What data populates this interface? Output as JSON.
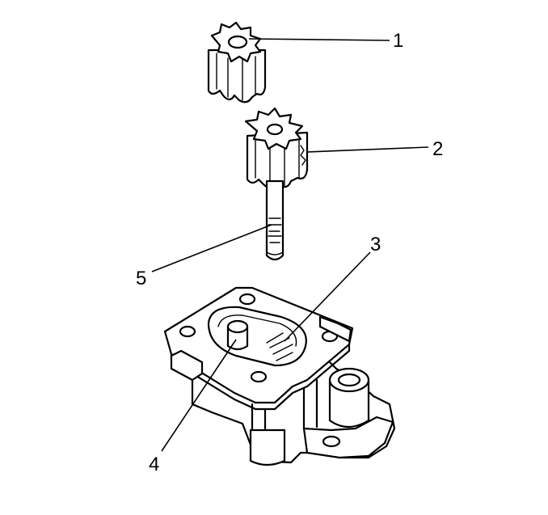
{
  "diagram": {
    "callouts": [
      {
        "id": "1",
        "label": "1"
      },
      {
        "id": "2",
        "label": "2"
      },
      {
        "id": "3",
        "label": "3"
      },
      {
        "id": "4",
        "label": "4"
      },
      {
        "id": "5",
        "label": "5"
      }
    ],
    "colors": {
      "ink": "#000000",
      "paper": "#ffffff"
    }
  }
}
